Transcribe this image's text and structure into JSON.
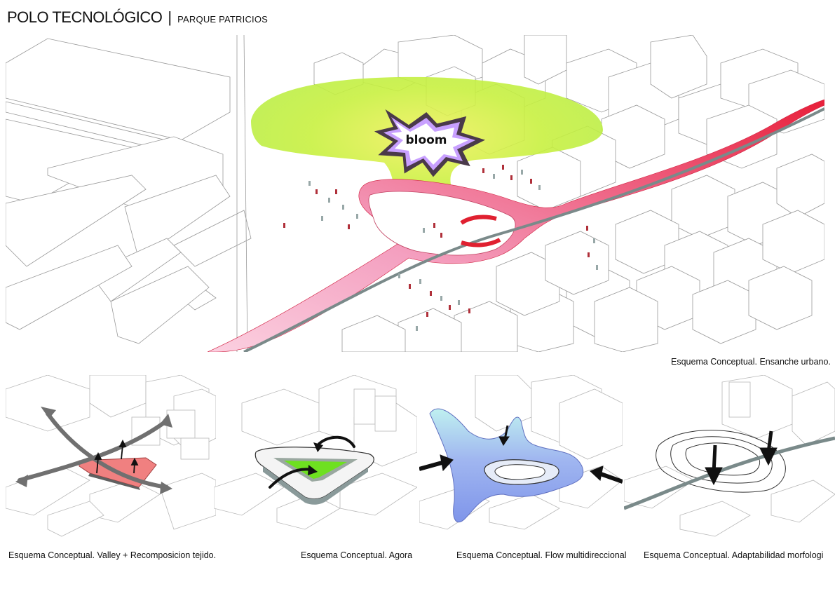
{
  "header": {
    "title": "POLO TECNOLÓGICO",
    "separator": "|",
    "subtitle": "PARQUE PATRICIOS"
  },
  "main_view": {
    "callout_text": "bloom",
    "caption": "Esquema Conceptual. Ensanche urbano."
  },
  "panels": [
    {
      "caption": "Esquema Conceptual. Valley + Recomposicion tejido."
    },
    {
      "caption": "Esquema Conceptual. Agora"
    },
    {
      "caption": "Esquema Conceptual. Flow multidireccional"
    },
    {
      "caption": "Esquema Conceptual. Adaptabilidad morfologi"
    }
  ],
  "colors": {
    "bloom_green": "#c8f040",
    "ribbon_red": "#e8304a",
    "ribbon_pink": "#f4a0c0",
    "rail_grey": "#7a8a8a",
    "callout_purple": "#a070d0",
    "valley_red": "#f08080",
    "agora_green": "#6ee020",
    "flow_blue": "#7f95ea",
    "flow_cyan": "#bff0f0",
    "arrow_grey": "#707070"
  }
}
